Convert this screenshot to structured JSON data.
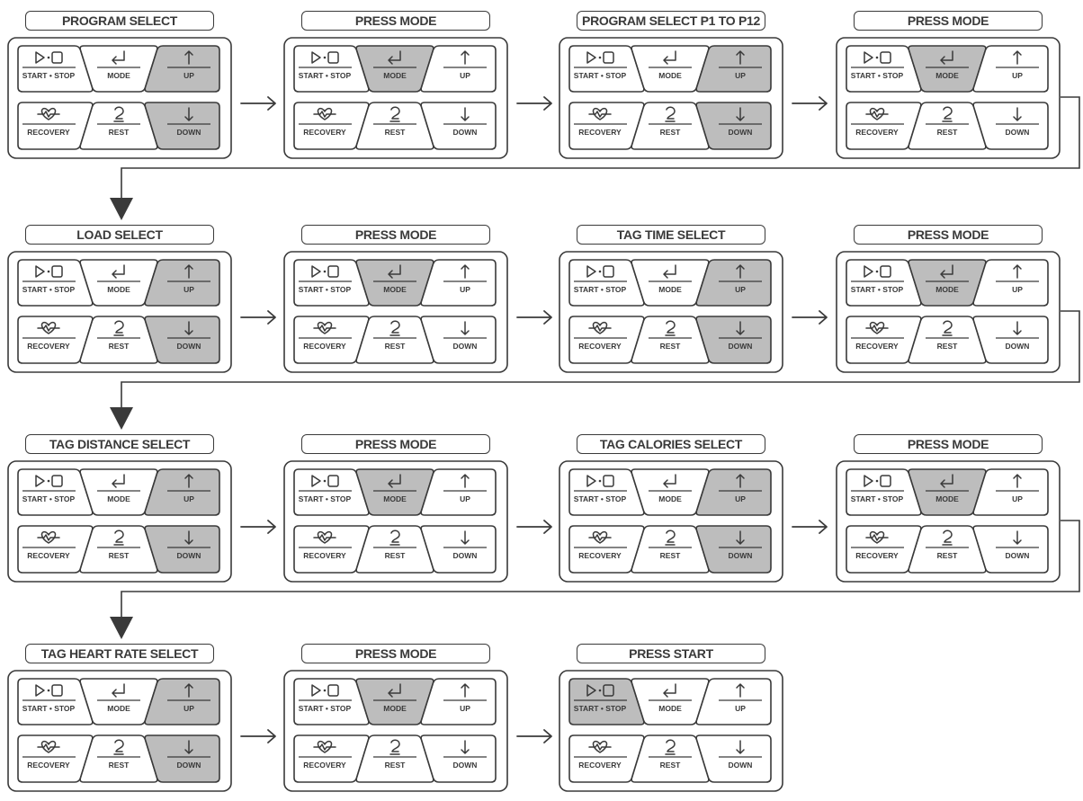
{
  "keys": {
    "start_stop": "START • STOP",
    "mode": "MODE",
    "up": "UP",
    "recovery": "RECOVERY",
    "rest": "REST",
    "down": "DOWN"
  },
  "colors": {
    "highlight": "#bdbdbd",
    "line": "#3a3a3a",
    "background": "#ffffff"
  },
  "icons": {
    "start_stop": "play-stop-icon",
    "mode": "enter-arrow-icon",
    "up": "up-arrow-icon",
    "recovery": "heart-pulse-icon",
    "rest": "rest-icon",
    "down": "down-arrow-icon"
  },
  "steps": [
    {
      "title": "PROGRAM SELECT",
      "highlighted": [
        "up",
        "down"
      ]
    },
    {
      "title": "PRESS MODE",
      "highlighted": [
        "mode"
      ]
    },
    {
      "title": "PROGRAM SELECT P1 TO P12",
      "highlighted": [
        "up",
        "down"
      ]
    },
    {
      "title": "PRESS MODE",
      "highlighted": [
        "mode"
      ]
    },
    {
      "title": "LOAD SELECT",
      "highlighted": [
        "up",
        "down"
      ]
    },
    {
      "title": "PRESS MODE",
      "highlighted": [
        "mode"
      ]
    },
    {
      "title": "TAG TIME SELECT",
      "highlighted": [
        "up",
        "down"
      ]
    },
    {
      "title": "PRESS MODE",
      "highlighted": [
        "mode"
      ]
    },
    {
      "title": "TAG DISTANCE SELECT",
      "highlighted": [
        "up",
        "down"
      ]
    },
    {
      "title": "PRESS MODE",
      "highlighted": [
        "mode"
      ]
    },
    {
      "title": "TAG CALORIES SELECT",
      "highlighted": [
        "up",
        "down"
      ]
    },
    {
      "title": "PRESS MODE",
      "highlighted": [
        "mode"
      ]
    },
    {
      "title": "TAG HEART RATE SELECT",
      "highlighted": [
        "up",
        "down"
      ]
    },
    {
      "title": "PRESS MODE",
      "highlighted": [
        "mode"
      ]
    },
    {
      "title": "PRESS START",
      "highlighted": [
        "start_stop"
      ]
    }
  ]
}
